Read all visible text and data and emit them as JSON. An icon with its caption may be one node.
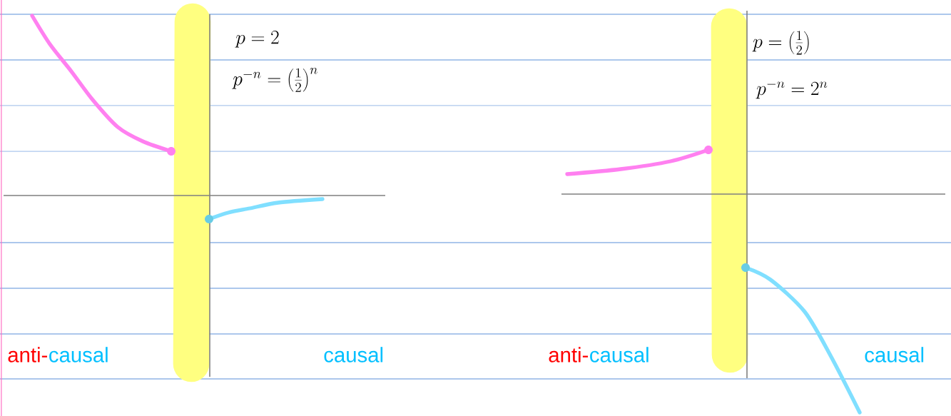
{
  "diagram": {
    "labels": [
      "p = 2",
      "p = \\left(\\frac{1}{2}\\right)",
      "p^{-n} = \\left(\\frac{1}{2}\\right)^{n}",
      "p^{-n} = 2^{n}",
      "anti-",
      "causal",
      "causal",
      "anti-",
      "causal",
      "causal"
    ]
  }
}
